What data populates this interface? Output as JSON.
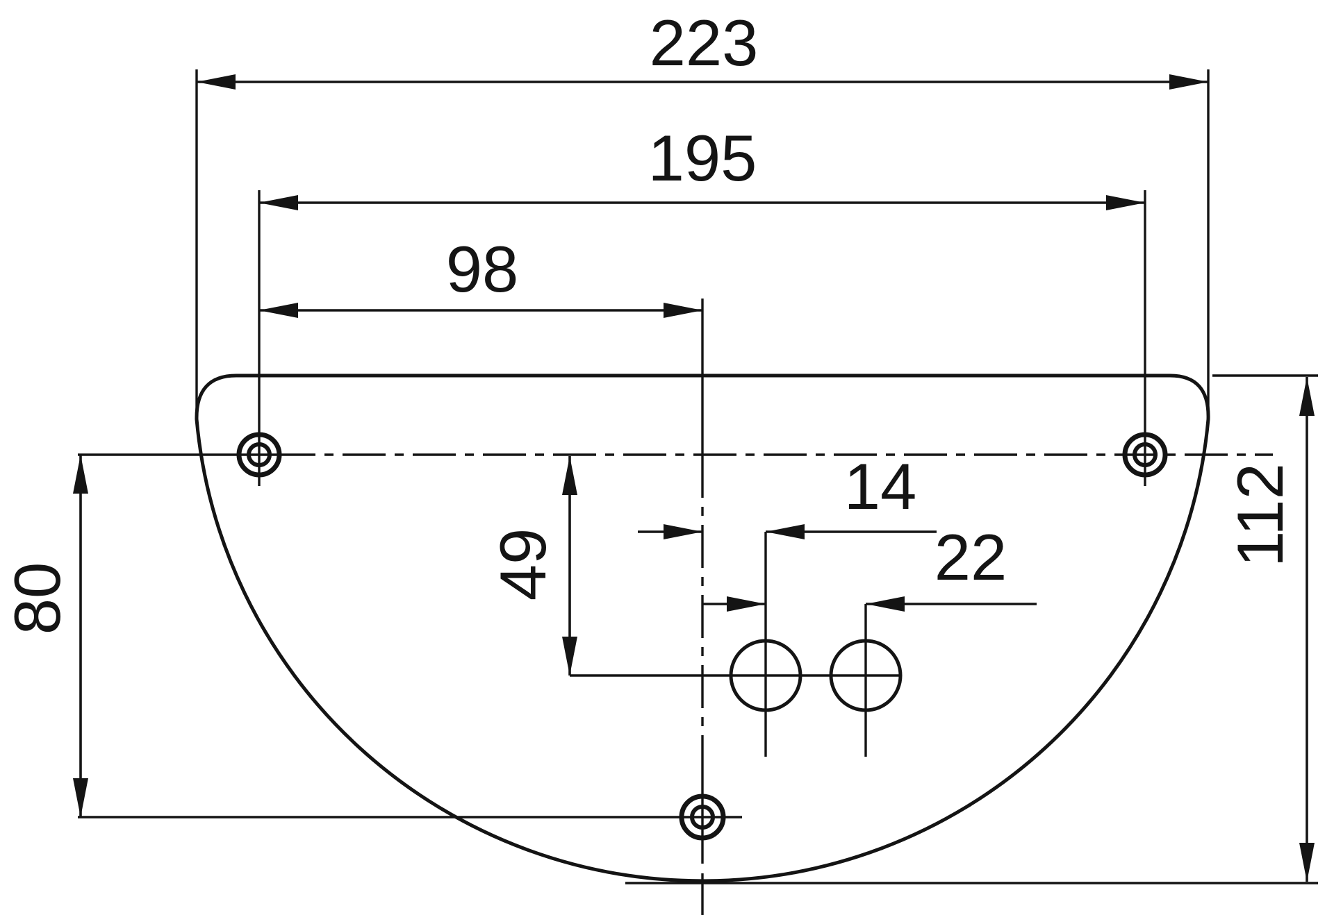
{
  "colors": {
    "background": "#ffffff",
    "line": "#141414"
  },
  "dimensions": {
    "overall_width": {
      "label": "223",
      "value": 223
    },
    "upper_hole_spacing": {
      "label": "195",
      "value": 195
    },
    "left_hole_to_center": {
      "label": "98",
      "value": 98
    },
    "center_to_first_small_hole": {
      "label": "14",
      "value": 14
    },
    "small_hole_spacing": {
      "label": "22",
      "value": 22
    },
    "centerline_to_small_holes": {
      "label": "49",
      "value": 49
    },
    "centerline_to_bottom_hole": {
      "label": "80",
      "value": 80
    },
    "overall_height": {
      "label": "112",
      "value": 112
    }
  }
}
